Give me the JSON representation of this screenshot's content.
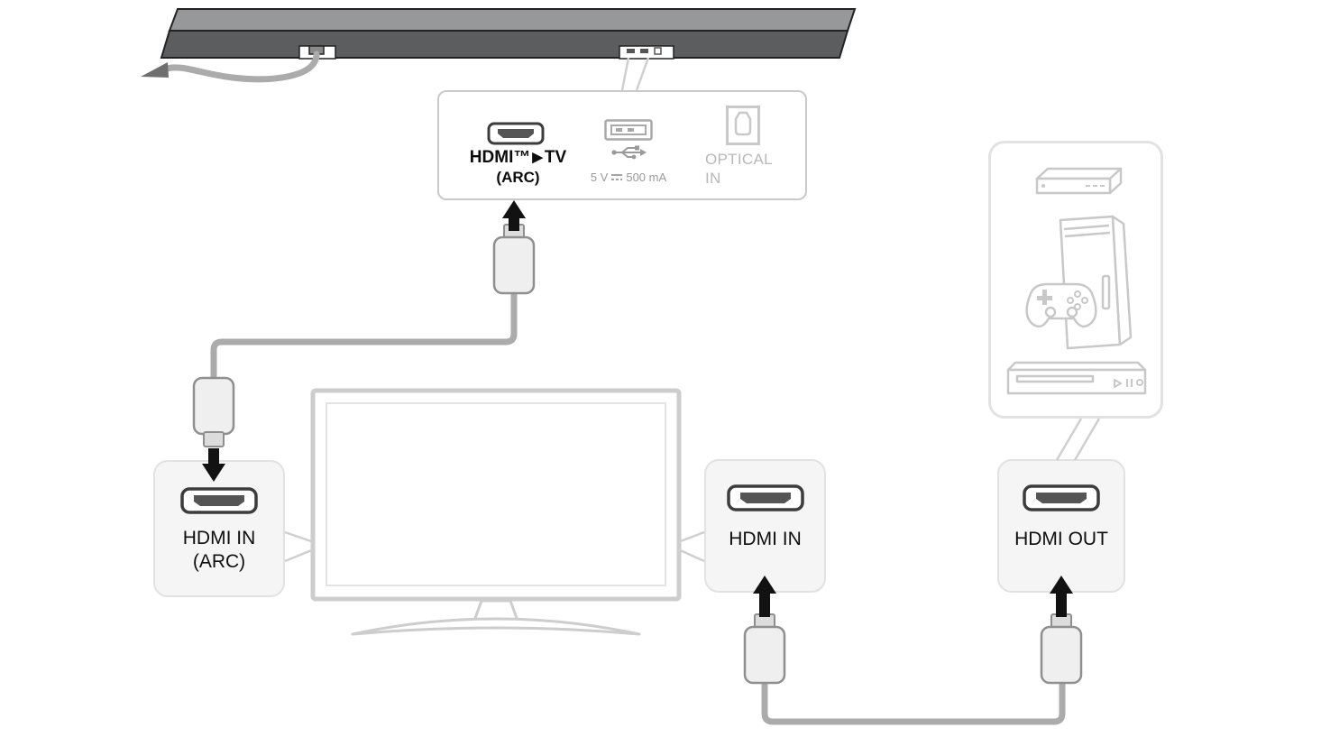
{
  "panel": {
    "hdmi": {
      "brand": "HDMI™",
      "arrow": "▶",
      "target": "TV",
      "sub": "(ARC)"
    },
    "usb": {
      "voltage": "5 V",
      "current": "500 mA"
    },
    "optical": {
      "line1": "OPTICAL",
      "line2": "IN"
    }
  },
  "boxes": {
    "arc": {
      "line1": "HDMI IN",
      "line2": "(ARC)"
    },
    "tv_in": {
      "label": "HDMI IN"
    },
    "out": {
      "label": "HDMI OUT"
    }
  },
  "colors": {
    "soundbar_front": "#5c5d5f",
    "soundbar_top": "#97989a",
    "cable": "#ababab",
    "connector_fill": "#efefef",
    "connector_border": "#8f8f8f",
    "callout_line": "#cfcfcf",
    "tv_outline": "#cdcdcd",
    "device_icon": "#c8c8c8",
    "muted_text": "#b8b8b8",
    "usb_text": "#9a9a9a",
    "arrow": "#121212",
    "port_outline": "#3c3c3c",
    "port_slot": "#555555",
    "box_fill": "#f5f5f5",
    "box_border": "#e2e2e2"
  }
}
